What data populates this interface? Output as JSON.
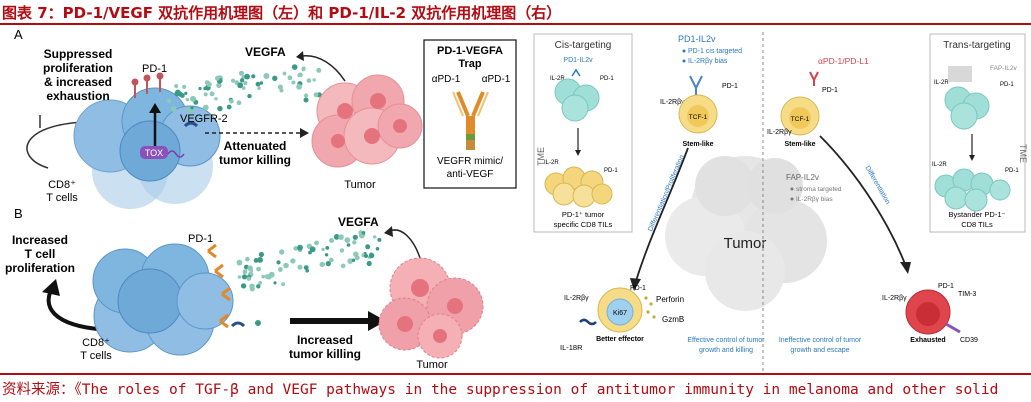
{
  "figure_title": "图表 7：PD-1/VEGF 双抗作用机理图（左）和 PD-1/IL-2 双抗作用机理图（右）",
  "source": "资料来源：《The roles of TGF-β and VEGF pathways in the suppression of antitumor immunity in melanoma and other solid",
  "left": {
    "panel_a": {
      "letter": "A",
      "suppressed": [
        "Suppressed",
        "proliferation",
        "& increased",
        "exhaustion"
      ],
      "pd1": "PD-1",
      "vegfa": "VEGFA",
      "vegfr2": "VEGFR-2",
      "tox": "TOX",
      "attenuated": [
        "Attenuated",
        "tumor killing"
      ],
      "tumor": "Tumor",
      "cd8": [
        "CD8⁺",
        "T cells"
      ]
    },
    "trap_box": {
      "title": [
        "PD-1-VEGFA",
        "Trap"
      ],
      "apd1_left": "αPD-1",
      "apd1_right": "αPD-1",
      "mimic": [
        "VEGFR mimic/",
        "anti-VEGF"
      ]
    },
    "panel_b": {
      "letter": "B",
      "increased": [
        "Increased",
        "T cell",
        "proliferation"
      ],
      "pd1": "PD-1",
      "vegfa": "VEGFA",
      "killing": [
        "Increased",
        "tumor killing"
      ],
      "tumor": "Tumor",
      "cd8": [
        "CD8⁺",
        "T cells"
      ]
    }
  },
  "right": {
    "cis_box": {
      "title": "Cis-targeting",
      "drug": "PD1-IL2v",
      "il2r": "IL-2R",
      "pd1": "PD-1",
      "tme": "TME",
      "bottom_il2r": "IL-2R",
      "bottom_pd1": "PD-1",
      "caption": [
        "PD-1⁺ tumor",
        "specific CD8 TILs"
      ]
    },
    "center_left": {
      "drug": "PD1-IL2v",
      "bullets": [
        "PD-1 cis targeted",
        "IL-2Rβγ bias"
      ],
      "il2r": "IL-2Rβγ",
      "pd1": "PD-1",
      "tcf": "TCF-1",
      "stem": "Stem-like"
    },
    "center_right": {
      "drug": "αPD-1/PD-L1",
      "pd1": "PD-1",
      "tcf": "TCF-1",
      "il2r": "IL-2Rβγ",
      "stem": "Stem-like",
      "drug2": "FAP-IL2v",
      "bullets": [
        "stroma targeted",
        "IL-2Rβγ bias"
      ]
    },
    "trans_box": {
      "title": "Trans-targeting",
      "drug": "FAP-IL2v",
      "il2r": "IL-2R",
      "pd1": "PD-1",
      "tme": "TME",
      "bottom_il2r": "IL-2R",
      "bottom_pd1": "PD-1",
      "caption": [
        "Bystander PD-1⁻",
        "CD8 TILs"
      ]
    },
    "tumor": "Tumor",
    "diff_left": "Differentiation/Proliferation",
    "diff_right": "Differentiation",
    "effector": {
      "il2r": "IL-2Rβγ",
      "pd1": "PD-1",
      "perforin": "Perforin",
      "ki67": "Ki67",
      "gzmb": "GzmB",
      "il18r": "IL-18R",
      "label": "Better effector"
    },
    "exhausted": {
      "il2r": "IL-2Rβγ",
      "pd1": "PD-1",
      "tim3": "TIM-3",
      "cd39": "CD39",
      "label": "Exhausted"
    },
    "effective": [
      "Effective control of tumor",
      "growth  and  killing"
    ],
    "ineffective": [
      "Ineffective control of tumor",
      "growth  and escape"
    ]
  },
  "colors": {
    "brand_red": "#b30b12",
    "tcell_blue": "#7fb6df",
    "tumor_pink": "#f0a7ad",
    "dot_teal": "#3a9a86",
    "tox_purple": "#8a52b8",
    "antibody_orange": "#e08a2a",
    "blue_text": "#2a7ac0",
    "red_text": "#d2434e",
    "teal_cell": "#9fdfd7",
    "yellow_cell": "#f4d77c",
    "ki67_blue": "#9fd0ee",
    "exhausted_red": "#e0444d"
  }
}
